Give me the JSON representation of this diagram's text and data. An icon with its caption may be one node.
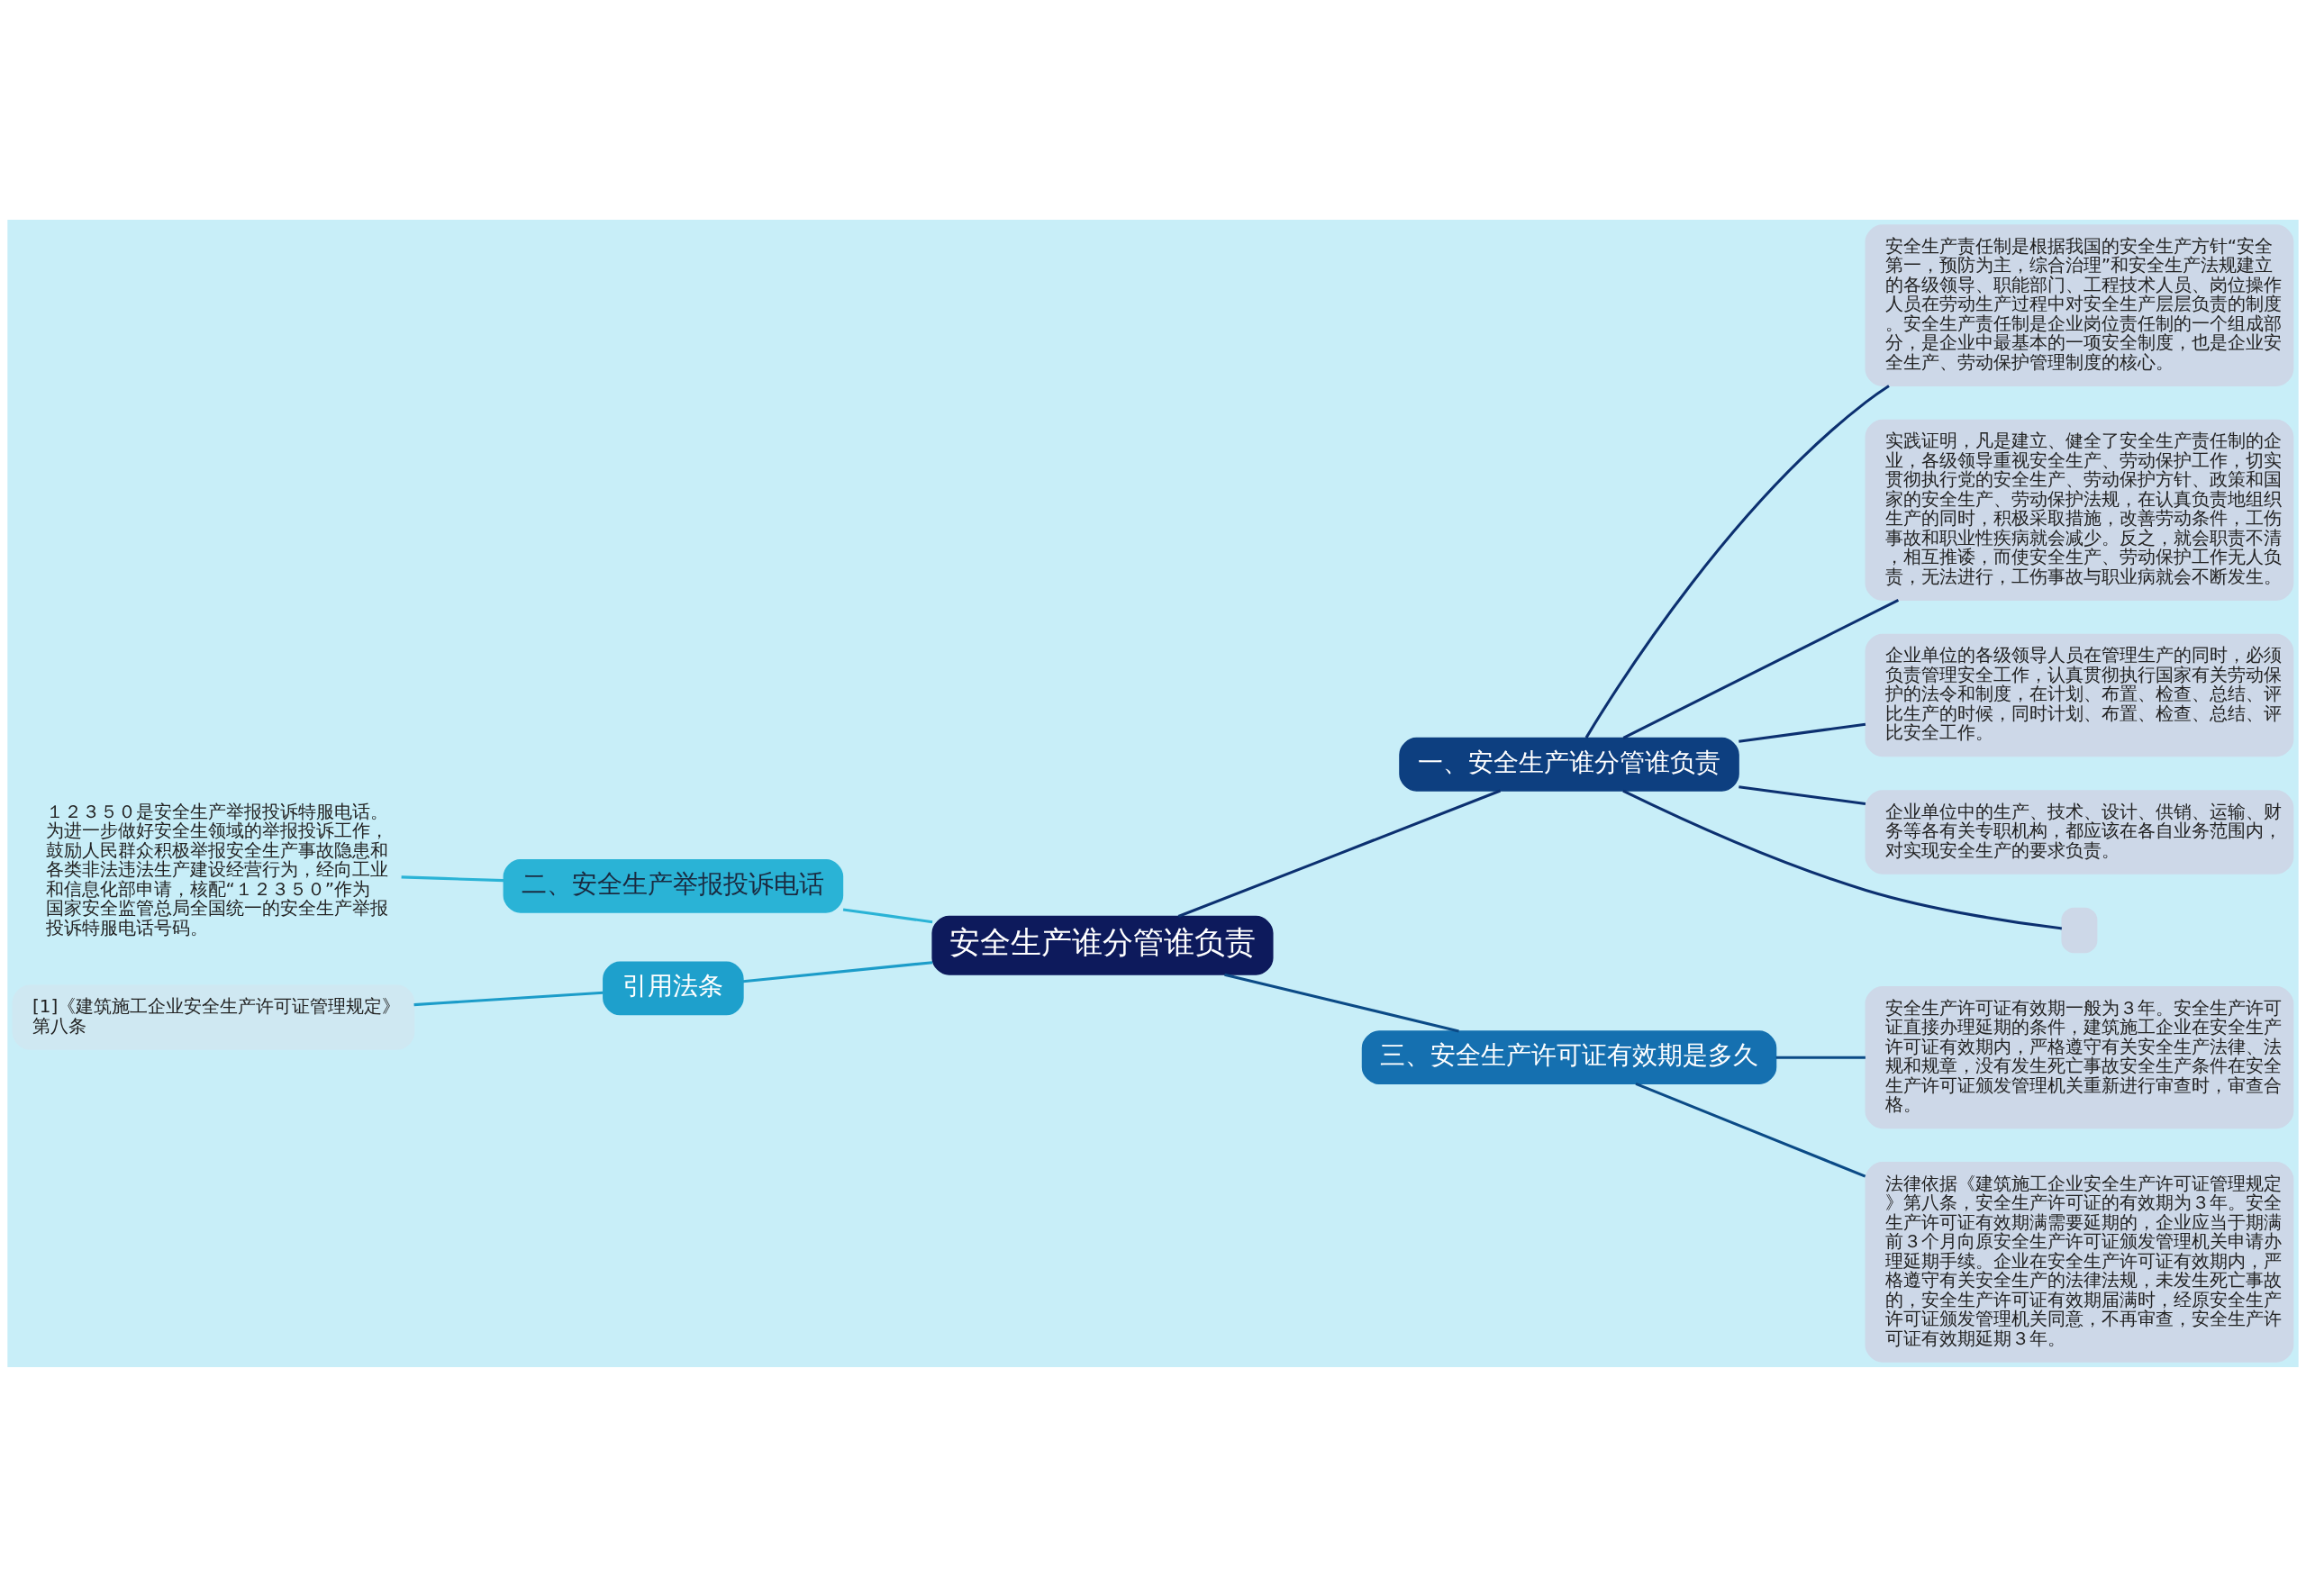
{
  "diagram": {
    "nodes": [
      {
        "text": [
          "安全生产谁分管谁负责"
        ]
      },
      {
        "text": [
          "一、安全生产谁分管谁负责"
        ]
      },
      {
        "text": [
          "安全生产责任制是根据我国的安全生产方针“安全第一，预防为主，综合治理”和安全生产法规建立的各级领导、职能部门、工程技术人员、岗位操作人员在劳动生产过程中对安全生产层层负责的制度。安全生产责任制是企业岗位责任制的一个组成部分，是企业中最基本的一项安全制度，也是企业安全生产、劳动保护管理制度的核心。"
        ]
      },
      {
        "text": [
          "实践证明，凡是建立、健全了安全生产责任制的企业，各级领导重视安全生产、劳动保护工作，切实贯彻执行党的安全生产、劳动保护方针、政策和国家的安全生产、劳动保护法规，在认真负责地组织生产的同时，积极采取措施，改善劳动条件，工伤事故和职业性疾病就会减少。反之，就会职责不清，相互推诿，而使安全生产、劳动保护工作无人负责，无法进行，工伤事故与职业病就会不断发生。"
        ]
      },
      {
        "text": [
          "企业单位的各级领导人员在管理生产的同时，必须负责管理安全工作，认真贯彻执行国家有关劳动保护的法令和制度，在计划、布置、检查、总结、评比生产的时候，同时计划、布置、检查、总结、评比安全工作。"
        ]
      },
      {
        "text": [
          "企业单位中的生产、技术、设计、供销、运输、财务等各有关专职机构，都应该在各自业务范围内，对实现安全生产的要求负责。"
        ]
      },
      {
        "text": [],
        "shape": "box"
      },
      {
        "text": [
          "三、安全生产许可证有效期是多久"
        ]
      },
      {
        "text": [
          "安全生产许可证有效期一般为３年。安全生产许可证直接办理延期的条件，建筑施工企业在安全生产许可证有效期内，严格遵守有关安全生产法律、法规和规章，没有发生死亡事故安全生产条件在安全生产许可证颁发管理机关重新进行审查时，审查合格。"
        ]
      },
      {
        "text": [
          "法律依据《建筑施工企业安全生产许可证管理规定》第八条，安全生产许可证的有效期为３年。安全生产许可证有效期满需要延期的，企业应当于期满前３个月向原安全生产许可证颁发管理机关申请办理延期手续。企业在安全生产许可证有效期内，严格遵守有关安全生产的法律法规，未发生死亡事故的，安全生产许可证有效期届满时，经原安全生产许可证颁发管理机关同意，不再审查，安全生产许可证有效期延期３年。"
        ]
      },
      {
        "text": [
          "二、安全生产举报投诉电话"
        ]
      },
      {
        "text": [
          "１２３５０是安全生产举报投诉特服电话。为进一步做好安全生领域的举报投诉工作，鼓励人民群众积极举报安全生产事故隐患和各类非法违法生产建设经营行为，经向工业和信息化部申请，核配“１２３５０”作为国家安全监管总局全国统一的安全生产举报投诉特服电话号码。"
        ]
      },
      {
        "text": [
          "引用法条"
        ]
      },
      {
        "text": [
          "[1]《建筑施工企业安全生产许可证管理规定》第八条"
        ]
      }
    ],
    "edges": [
      {
        "from": 0,
        "to": 1,
        "arrow": "none",
        "color": "#0c3070"
      },
      {
        "from": 1,
        "to": 2,
        "arrow": "none",
        "color": "#0c3070"
      },
      {
        "from": 1,
        "to": 3,
        "arrow": "none",
        "color": "#0c3070"
      },
      {
        "from": 1,
        "to": 4,
        "arrow": "none",
        "color": "#0c3070"
      },
      {
        "from": 1,
        "to": 5,
        "arrow": "none",
        "color": "#0c3070"
      },
      {
        "from": 1,
        "to": 6,
        "arrow": "none",
        "color": "#0c3070"
      },
      {
        "from": 0,
        "to": 7,
        "arrow": "none",
        "color": "#0b4a86"
      },
      {
        "from": 7,
        "to": 8,
        "arrow": "none",
        "color": "#0b4a86"
      },
      {
        "from": 7,
        "to": 9,
        "arrow": "none",
        "color": "#0b4a86"
      },
      {
        "from": 0,
        "to": 10,
        "arrow": "none",
        "color": "#2ab3d6"
      },
      {
        "from": 10,
        "to": 11,
        "arrow": "none",
        "color": "#2ab3d6"
      },
      {
        "from": 0,
        "to": 12,
        "arrow": "none",
        "color": "#1c9cc9"
      },
      {
        "from": 12,
        "to": 13,
        "arrow": "none",
        "color": "#1c9cc9"
      }
    ]
  }
}
